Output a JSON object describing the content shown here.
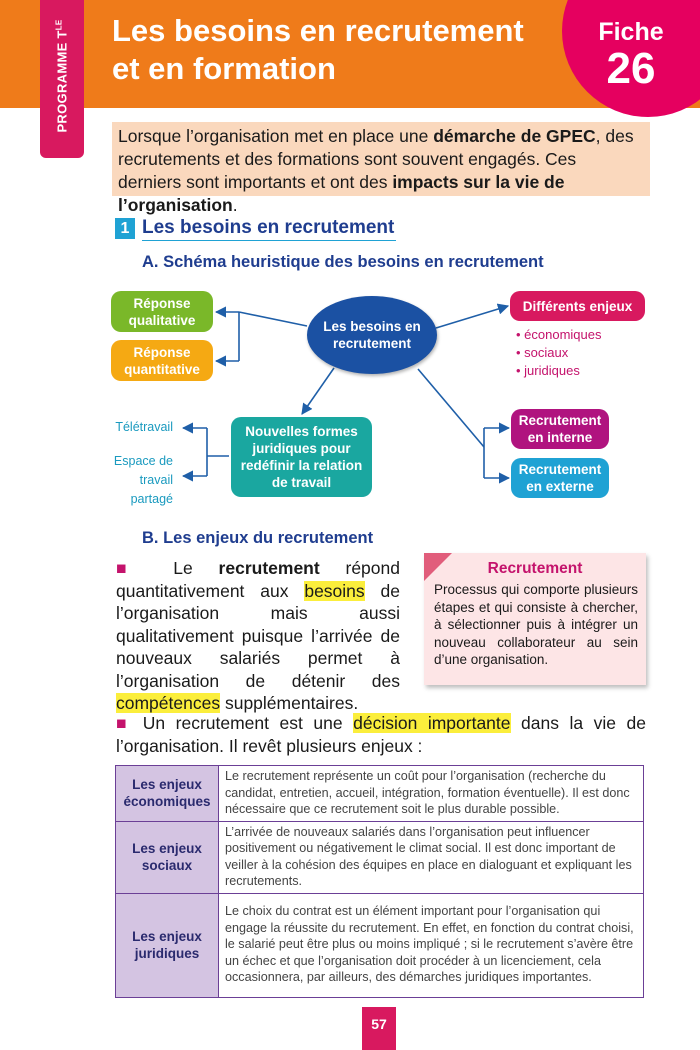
{
  "header": {
    "program_tab": "PROGRAMME T",
    "program_tab_sup": "LE",
    "title_line1": "Les besoins en recrutement",
    "title_line2": "et en formation",
    "fiche_label": "Fiche",
    "fiche_number": "26"
  },
  "intro": {
    "t1": "Lorsque l’organisation met en place une ",
    "b1": "démarche de GPEC",
    "t2": ", des recrutements et des formations sont souvent engagés. Ces derniers sont importants et ont des ",
    "b2": "impacts sur la vie de l’organisation",
    "t3": "."
  },
  "section1": {
    "number": "1",
    "title": "Les besoins en recrutement"
  },
  "subA": {
    "letter": "A.",
    "title": "Schéma heuristique des besoins en recrutement"
  },
  "mindmap": {
    "center": "Les besoins en recrutement",
    "qualitative": "Réponse qualitative",
    "quantitative": "Réponse quantitative",
    "enjeux": "Différents enjeux",
    "enjeux_items": [
      "économiques",
      "sociaux",
      "juridiques"
    ],
    "interne": "Recrutement en interne",
    "externe": "Recrutement en externe",
    "nouvelles_formes": "Nouvelles formes juridiques pour redéfinir la relation de travail",
    "teletravail": "Télétravail",
    "espace": "Espace de travail partagé"
  },
  "subB": {
    "letter": "B.",
    "title": "Les enjeux du recrutement"
  },
  "para1": {
    "t1": " Le ",
    "b1": "recrutement",
    "t2": " répond quantitativement aux ",
    "h1": "besoins",
    "t3": " de l’organisation mais aussi qualitativement puisque l’arrivée de nouveaux salariés permet à l’organisation de détenir des ",
    "h2": "compétences",
    "t4": " supplémentaires."
  },
  "definition": {
    "title": "Recrutement",
    "text": "Processus qui comporte plusieurs étapes et qui consiste à chercher, à sélectionner puis à intégrer un nouveau collaborateur au sein d’une organisation."
  },
  "para2": {
    "t1": " Un recrutement est une ",
    "h1": "décision importante",
    "t2": " dans la vie de l’organisation. Il revêt plusieurs enjeux :"
  },
  "table": [
    {
      "label": "Les enjeux économiques",
      "text": "Le recrutement représente un coût pour l’organisation (recherche du candidat, entretien, accueil, intégration, formation éventuelle). Il est donc nécessaire que ce recrutement soit le plus durable possible."
    },
    {
      "label": "Les enjeux sociaux",
      "text": "L’arrivée de nouveaux salariés dans l’organisation peut influencer positivement ou négativement le climat social. Il est donc important de veiller à la cohésion des équipes en place en dialoguant et expliquant les recrutements."
    },
    {
      "label": "Les enjeux juridiques",
      "text": "Le choix du contrat est un élément important pour l’organisation qui engage la réussite du recrutement. En effet, en fonction du contrat choisi, le salarié peut être plus ou moins impliqué ; si le recrutement s’avère être un échec et que l’organisation doit procéder à un licenciement, cela occasionnera, par ailleurs, des démarches juridiques importantes."
    }
  ],
  "page_number": "57",
  "colors": {
    "header_orange": "#ef7b1a",
    "magenta": "#d8195f",
    "navy": "#1f3d8f",
    "cyan": "#1fa2d4",
    "green": "#7ab829",
    "amber": "#f5a913",
    "teal": "#1aa7a0",
    "purple": "#b0137f",
    "light_purple": "#d4c4e2",
    "highlight": "#fbee3c"
  }
}
